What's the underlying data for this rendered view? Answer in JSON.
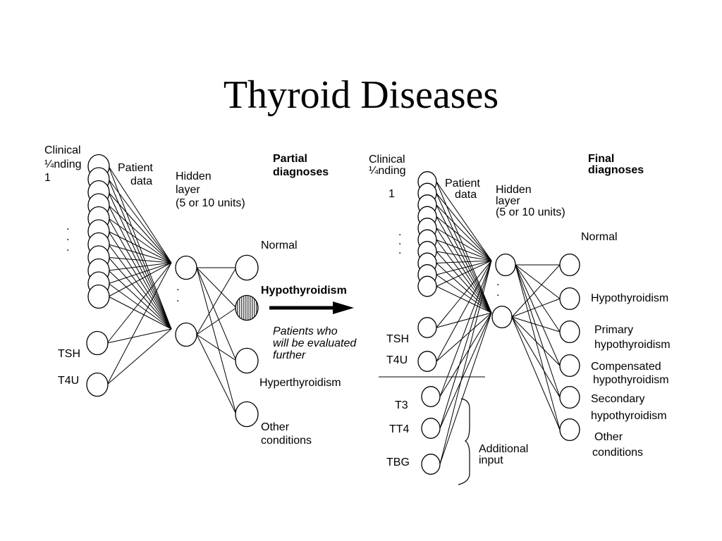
{
  "title": "Thyroid Diseases",
  "left_network": {
    "clinical_label": [
      "Clinical",
      "¼nding",
      "1"
    ],
    "patient_data_label": [
      "Patient",
      "data"
    ],
    "hidden_layer_label": [
      "Hidden",
      "layer",
      "(5 or 10 units)"
    ],
    "partial_diagnoses_label": [
      "Partial",
      "diagnoses"
    ],
    "tsh_label": "TSH",
    "t4u_label": "T4U",
    "outputs": [
      "Normal",
      "Hypothyroidism",
      "Hyperthyroidism",
      [
        "Other",
        "conditions"
      ]
    ],
    "note": [
      "Patients who",
      "will be evaluated",
      "further"
    ]
  },
  "right_network": {
    "clinical_label": [
      "Clinical",
      "¼nding",
      "1"
    ],
    "patient_data_label": [
      "Patient",
      "data"
    ],
    "hidden_layer_label": [
      "Hidden",
      "layer",
      "(5 or 10 units)"
    ],
    "final_diagnoses_label": [
      "Final",
      "diagnoses"
    ],
    "tsh_label": "TSH",
    "t4u_label": "T4U",
    "additional_inputs": [
      "T3",
      "TT4",
      "TBG"
    ],
    "additional_input_label": [
      "Additional",
      "input"
    ],
    "outputs": [
      "Normal",
      "Hypothyroidism",
      [
        "Primary",
        "hypothyroidism"
      ],
      [
        "Compensated",
        "hypothyroidism"
      ],
      [
        "Secondary",
        "hypothyroidism"
      ],
      [
        "Other",
        "conditions"
      ]
    ]
  },
  "ellipsis": ".\n.\n."
}
